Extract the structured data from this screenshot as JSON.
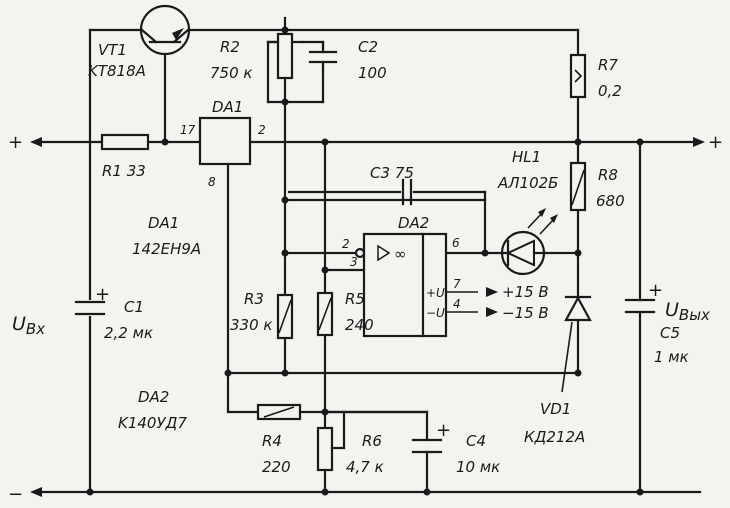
{
  "terminals": {
    "input_plus": "+",
    "output_plus": "+",
    "minus": "−"
  },
  "voltages": {
    "uin": "U",
    "uin_sub": "Вх",
    "uout": "U",
    "uout_sub": "Вых"
  },
  "supply": {
    "plus": "+15 В",
    "minus": "−15 В"
  },
  "components": {
    "vt1": {
      "ref": "VT1",
      "value": "KT818A"
    },
    "r1": {
      "ref": "R1",
      "value": "33"
    },
    "r2": {
      "ref": "R2",
      "value": "750 к"
    },
    "c2": {
      "ref": "C2",
      "value": "100"
    },
    "r7": {
      "ref": "R7",
      "value": "0,2"
    },
    "da1": {
      "ref": "DA1",
      "pin_in": "17",
      "pin_out": "2",
      "pin_adj": "8"
    },
    "da1_note": {
      "ref": "DA1",
      "value": "142EH9A"
    },
    "c3": {
      "ref": "C3",
      "value": "75"
    },
    "hl1": {
      "ref": "HL1",
      "value": "АЛ102Б"
    },
    "r8": {
      "ref": "R8",
      "value": "680"
    },
    "da2": {
      "ref": "DA2",
      "pin_inv": "2",
      "pin_noninv": "3",
      "pin_out": "6",
      "pin_vp": "7",
      "pin_vn": "4",
      "vp_label": "+U",
      "vn_label": "−U",
      "gain": "∞"
    },
    "c1": {
      "ref": "C1",
      "value": "2,2 мк"
    },
    "r3": {
      "ref": "R3",
      "value": "330 к"
    },
    "r5": {
      "ref": "R5",
      "value": "240"
    },
    "c5": {
      "ref": "C5",
      "value": "1 мк"
    },
    "vd1": {
      "ref": "VD1",
      "value": "КД212А"
    },
    "da2_note": {
      "ref": "DA2",
      "value": "K140УД7"
    },
    "r4": {
      "ref": "R4",
      "value": "220"
    },
    "r6": {
      "ref": "R6",
      "value": "4,7 к"
    },
    "c4": {
      "ref": "C4",
      "value": "10 мк"
    }
  }
}
